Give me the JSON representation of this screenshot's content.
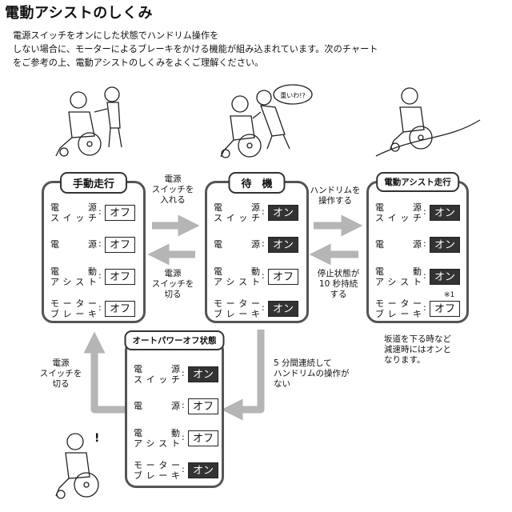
{
  "title": "電動アシストのしくみ",
  "intro": [
    "電源スイッチをオンにした状態でハンドリム操作を",
    "しない場合に、モーターによるブレーキをかける機能が組み込まれています。次のチャート",
    "をご参考の上、電動アシストのしくみをよくご理解ください。"
  ],
  "illustrations": {
    "speech_bubble": "重いわ!?",
    "exclaim": "!"
  },
  "row_labels": {
    "power_switch": [
      "電　源",
      "スイッチ"
    ],
    "power": "電　　源",
    "assist": [
      "電　動",
      "アシスト"
    ],
    "brake": [
      "モーター",
      "ブレーキ"
    ]
  },
  "colon": ":",
  "states": {
    "manual": {
      "title": "手動走行",
      "values": [
        "オフ",
        "オフ",
        "オフ",
        "オフ"
      ],
      "on": [
        false,
        false,
        false,
        false
      ]
    },
    "standby": {
      "title": "待　機",
      "values": [
        "オン",
        "オン",
        "オフ",
        "オン"
      ],
      "on": [
        true,
        true,
        false,
        true
      ]
    },
    "assist": {
      "title": "電動アシスト走行",
      "values": [
        "オン",
        "オン",
        "オン",
        "オフ"
      ],
      "on": [
        true,
        true,
        true,
        false
      ],
      "note_mark": "※1"
    },
    "auto_off": {
      "title": "オートパワーオフ状態",
      "values": [
        "オン",
        "オフ",
        "オフ",
        "オン"
      ],
      "on": [
        true,
        false,
        false,
        true
      ]
    }
  },
  "transitions": {
    "manual_to_standby": [
      "電源",
      "スイッチを",
      "入れる"
    ],
    "standby_to_manual": [
      "電源",
      "スイッチを",
      "切る"
    ],
    "standby_to_assist": [
      "ハンドリムを",
      "操作する"
    ],
    "assist_to_standby": [
      "停止状態が",
      "10 秒持続",
      "する"
    ],
    "standby_to_autooff": [
      "5 分間連続して",
      "ハンドリムの操作が",
      "ない"
    ],
    "autooff_to_manual": [
      "電源",
      "スイッチを",
      "切る"
    ]
  },
  "footnote": [
    "坂道を下る時など",
    "減速時にはオンと",
    "なります。"
  ]
}
